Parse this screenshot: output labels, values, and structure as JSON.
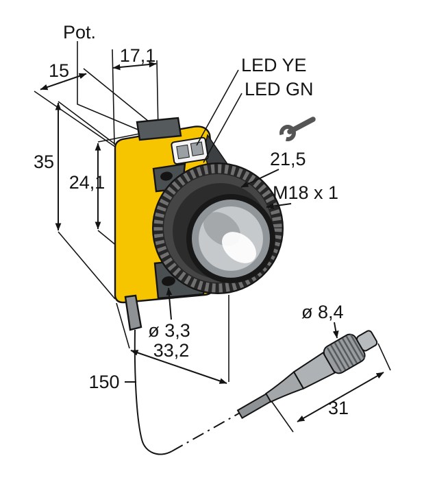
{
  "diagram": {
    "kind": "sensor-dimension-drawing",
    "labels": {
      "pot": "Pot.",
      "dim_17_1": "17,1",
      "dim_15": "15",
      "led_ye": "LED YE",
      "led_gn": "LED GN",
      "dim_35": "35",
      "dim_24_1": "24,1",
      "dim_21_5": "21,5",
      "thread": "M18 x 1",
      "dia_3_3": "ø 3,3",
      "dim_33_2": "33,2",
      "dim_150": "150",
      "dia_8_4": "ø 8,4",
      "dim_31": "31"
    },
    "icons": {
      "wrench": "open-end-wrench"
    },
    "colors": {
      "housing_yellow": "#f6c500",
      "line": "#141414",
      "metal_dark": "#262626",
      "metal_mid": "#8e9294",
      "lens_glass": "#c6c9cb",
      "background": "#ffffff"
    }
  }
}
